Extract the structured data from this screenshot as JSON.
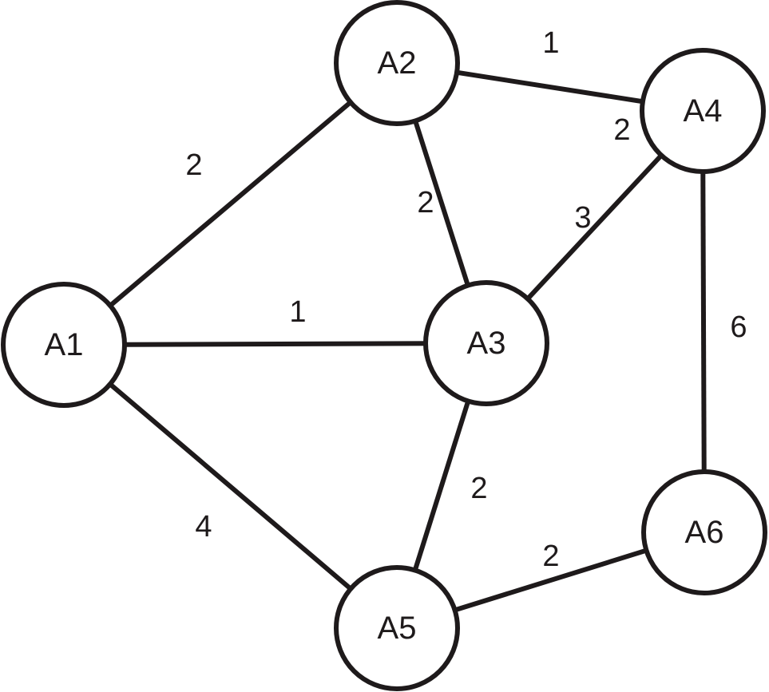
{
  "nodes": [
    {
      "id": "A1",
      "label": "A1"
    },
    {
      "id": "A2",
      "label": "A2"
    },
    {
      "id": "A3",
      "label": "A3"
    },
    {
      "id": "A4",
      "label": "A4"
    },
    {
      "id": "A5",
      "label": "A5"
    },
    {
      "id": "A6",
      "label": "A6"
    }
  ],
  "edges": [
    {
      "from": "A1",
      "to": "A2",
      "weight": "2"
    },
    {
      "from": "A1",
      "to": "A3",
      "weight": "1"
    },
    {
      "from": "A1",
      "to": "A5",
      "weight": "4"
    },
    {
      "from": "A2",
      "to": "A3",
      "weight": "2"
    },
    {
      "from": "A2",
      "to": "A4",
      "weight": "1"
    },
    {
      "from": "A3",
      "to": "A4",
      "weight": "3"
    },
    {
      "from": "A3",
      "to": "A5",
      "weight": "2"
    },
    {
      "from": "A4",
      "to": "A6",
      "weight": "6"
    },
    {
      "from": "A5",
      "to": "A6",
      "weight": "2"
    },
    {
      "from": "A4",
      "to": "A2",
      "weight": "2",
      "note_hidden": true
    }
  ],
  "colors": {
    "stroke": "#1e1a1b",
    "background": "#ffffff"
  }
}
